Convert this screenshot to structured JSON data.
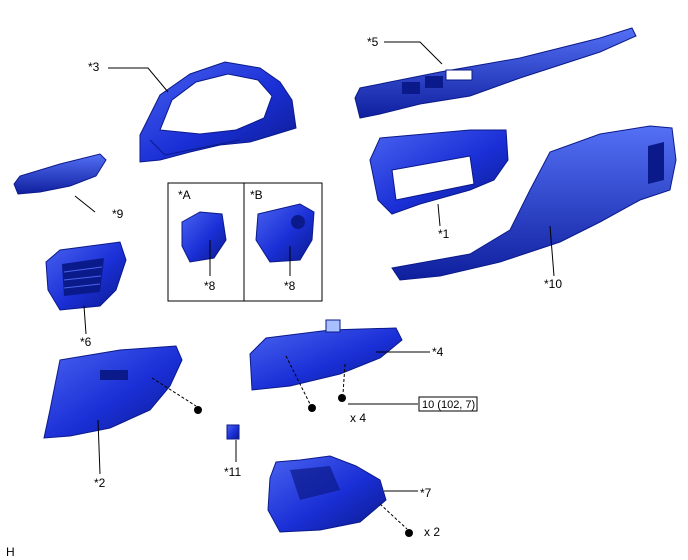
{
  "labels": {
    "part1": "*1",
    "part2": "*2",
    "part3": "*3",
    "part4": "*4",
    "part5": "*5",
    "part6": "*6",
    "part7": "*7",
    "part8a": "*8",
    "part8b": "*8",
    "part9": "*9",
    "part10": "*10",
    "part11": "*11",
    "boxA": "*A",
    "boxB": "*B",
    "qty4": "x 4",
    "qty2": "x 2",
    "torque": "10 (102, 7)",
    "corner": "H"
  },
  "colors": {
    "part_fill": "#1a2fd6",
    "part_dark": "#0b1a8a",
    "part_light": "#4a63f0",
    "line": "#000000"
  }
}
